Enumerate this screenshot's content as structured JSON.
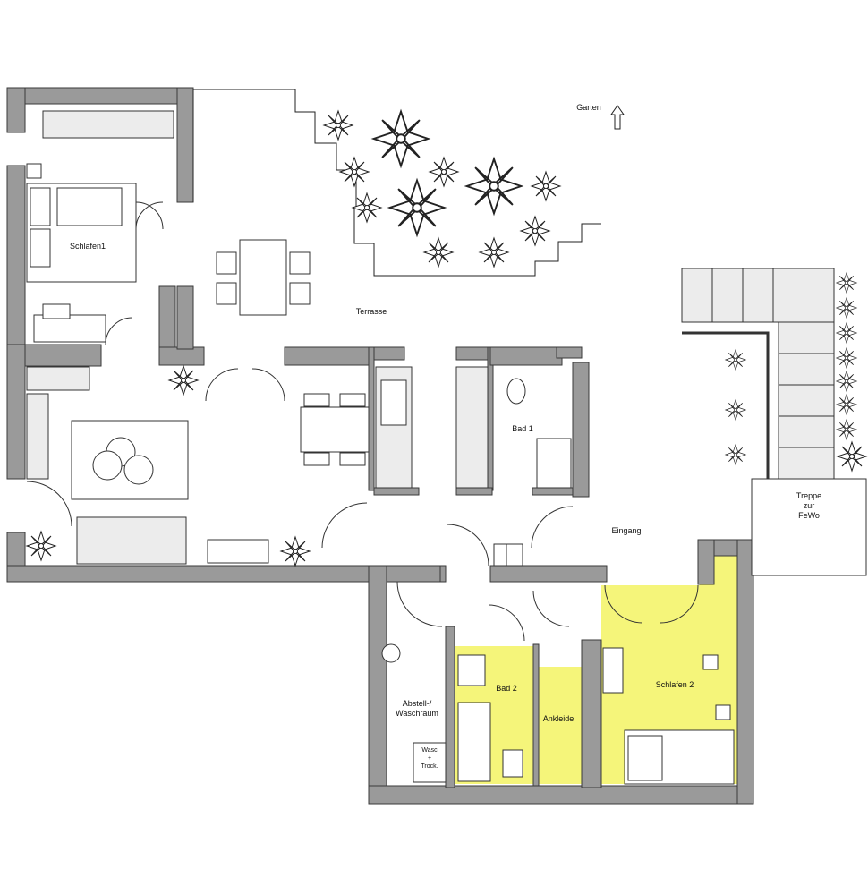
{
  "plan": {
    "type": "floor plan",
    "colors": {
      "wall": "#9a9a9a",
      "wall_edge": "#3a3a3a",
      "highlight": "#f5f57a",
      "furniture_fill": "#ececec",
      "line": "#333333"
    },
    "labels": {
      "garten": "Garten",
      "terrasse": "Terrasse",
      "schlafen1": "Schlafen1",
      "bad1": "Bad 1",
      "eingang": "Eingang",
      "treppe": "Treppe\nzur\nFeWo",
      "abstell": "Abstell-/\nWaschraum",
      "waschmaschine": "Wasc\n+\nTrock.",
      "bad2": "Bad 2",
      "ankleide": "Ankleide",
      "schlafen2": "Schlafen 2"
    },
    "north_arrow": "up-arrow-icon"
  }
}
